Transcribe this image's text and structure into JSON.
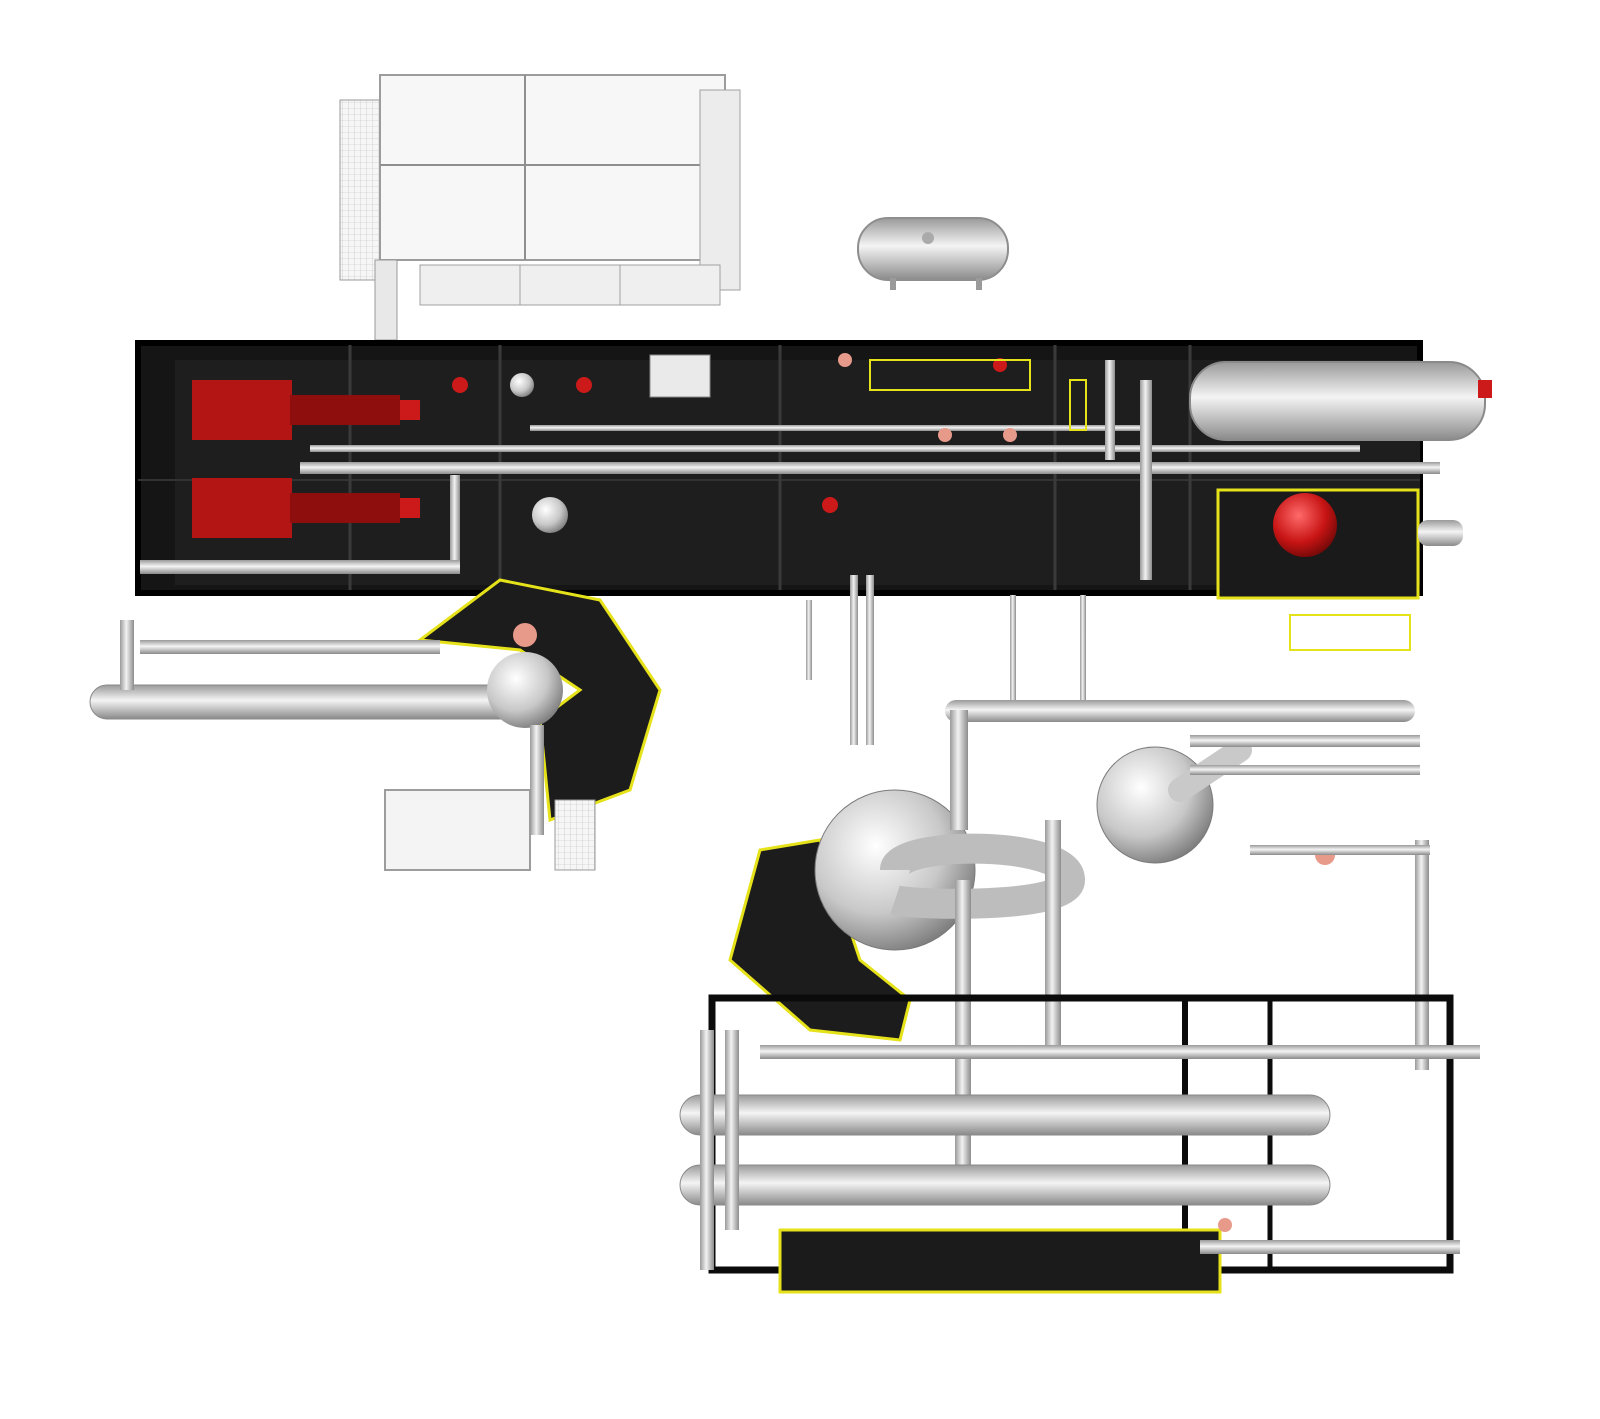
{
  "scene": {
    "background": "#ffffff",
    "colors": {
      "frame": "#0b0b0b",
      "deck": "#141414",
      "pipe": "#c9c9c9",
      "pipe_light": "#eeeeee",
      "equipment_red": "#b31414",
      "valve_red": "#cc1a1a",
      "valve_pink": "#e89a8a",
      "handrail_yellow": "#e6e21a",
      "enclosure": "#f4f4f4"
    },
    "components": [
      "air-cooler-unit",
      "horizontal-storage-tank",
      "main-process-skid",
      "red-pump-upper",
      "red-pump-lower",
      "horizontal-vessel-right",
      "red-spherical-vessel",
      "spherical-vessel-left",
      "large-spherical-vessel-center",
      "spherical-vessel-right",
      "heat-exchanger-skid-bottom",
      "small-enclosure-left"
    ]
  }
}
